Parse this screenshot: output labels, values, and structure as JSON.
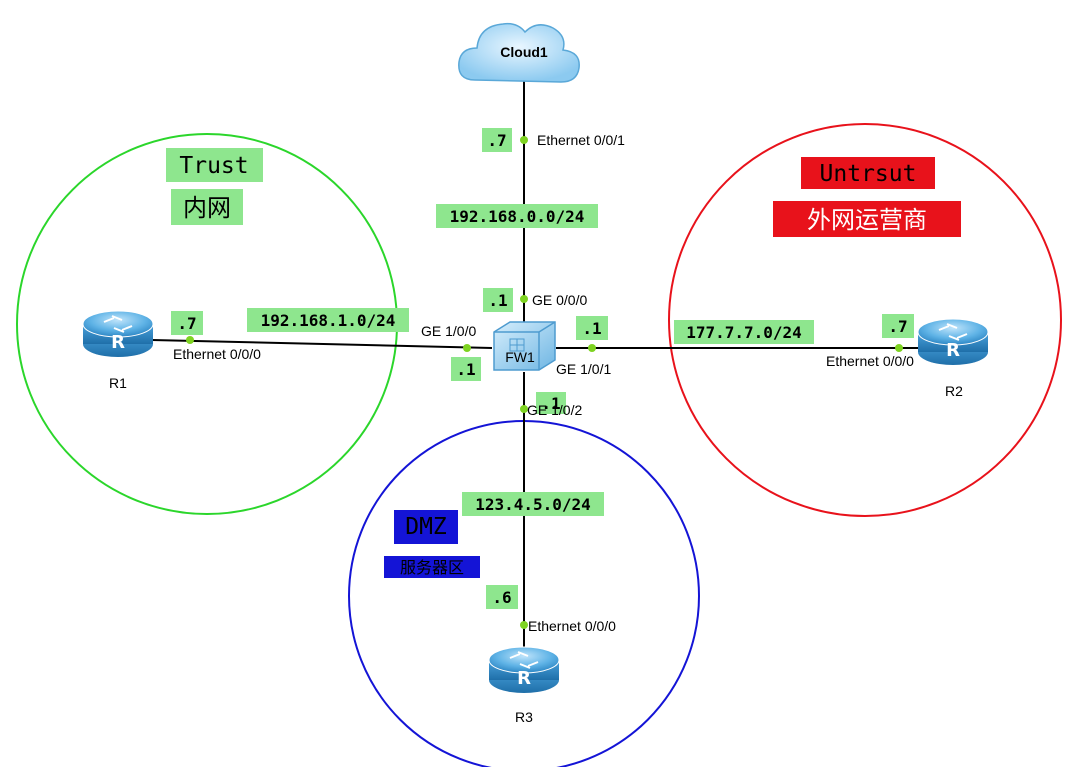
{
  "colors": {
    "trust": "#2bd62b",
    "untrust": "#e8121b",
    "dmz": "#1414d6",
    "label_bg": "#8ee68e",
    "link": "#000000",
    "port_dot": "#7ed321",
    "router": "#4a9fd8"
  },
  "zones": {
    "trust": {
      "name": "Trust",
      "desc": "内网"
    },
    "untrust": {
      "name": "Untrsut",
      "desc": "外网运营商"
    },
    "dmz": {
      "name": "DMZ",
      "desc": "服务器区"
    }
  },
  "devices": {
    "cloud": {
      "label": "Cloud1",
      "icon": "cloud-icon"
    },
    "fw": {
      "label": "FW1",
      "icon": "firewall-icon"
    },
    "r1": {
      "label": "R1",
      "icon": "router-icon"
    },
    "r2": {
      "label": "R2",
      "icon": "router-icon"
    },
    "r3": {
      "label": "R3",
      "icon": "router-icon"
    }
  },
  "links": {
    "cloud_fw": {
      "subnet": "192.168.0.0/24",
      "cloud_if": "Ethernet 0/0/1",
      "cloud_ip": ".7",
      "fw_if": "GE 0/0/0",
      "fw_ip": ".1"
    },
    "r1_fw": {
      "subnet": "192.168.1.0/24",
      "r1_if": "Ethernet 0/0/0",
      "r1_ip": ".7",
      "fw_if": "GE 1/0/0",
      "fw_ip": ".1"
    },
    "fw_r2": {
      "subnet": "177.7.7.0/24",
      "fw_if": "GE 1/0/1",
      "fw_ip": ".1",
      "r2_if": "Ethernet 0/0/0",
      "r2_ip": ".7"
    },
    "fw_r3": {
      "subnet": "123.4.5.0/24",
      "fw_if": "GE 1/0/2",
      "fw_ip": ".1",
      "r3_if": "Ethernet 0/0/0",
      "r3_ip": ".6"
    }
  }
}
